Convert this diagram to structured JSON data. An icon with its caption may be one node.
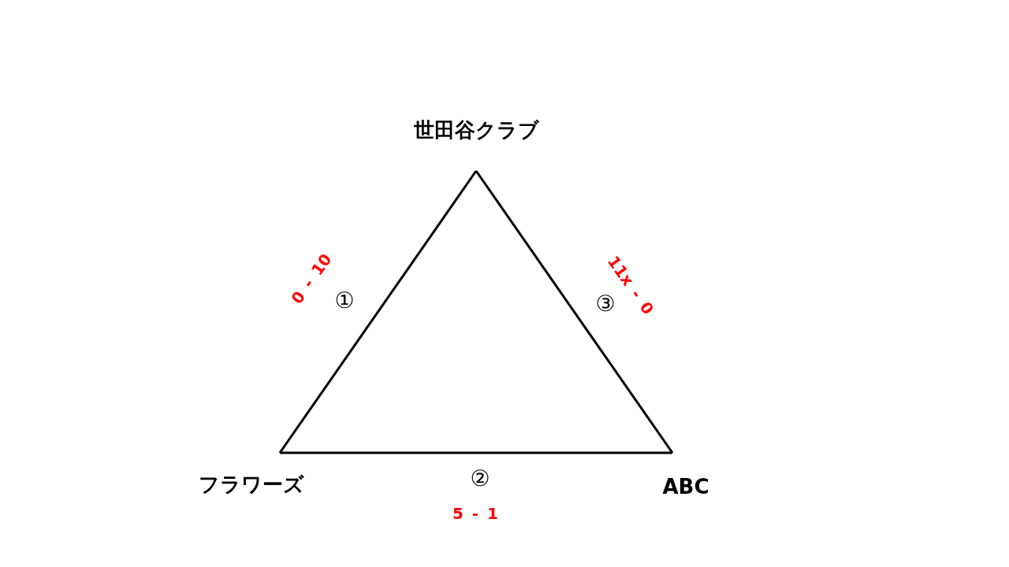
{
  "diagram": {
    "nodes": [
      {
        "text": [
          "世田谷クラブ"
        ]
      },
      {
        "text": [
          "フラワーズ"
        ]
      },
      {
        "text": [
          "ABC"
        ]
      }
    ],
    "edges": [
      {
        "from": 0,
        "to": 1,
        "arrow": "none",
        "label": "①"
      },
      {
        "from": 1,
        "to": 2,
        "arrow": "none",
        "label": "②"
      },
      {
        "from": 0,
        "to": 2,
        "arrow": "none",
        "label": "③"
      }
    ],
    "labels": [
      "0 - 10",
      "11x - 0",
      "5 - 1"
    ]
  }
}
